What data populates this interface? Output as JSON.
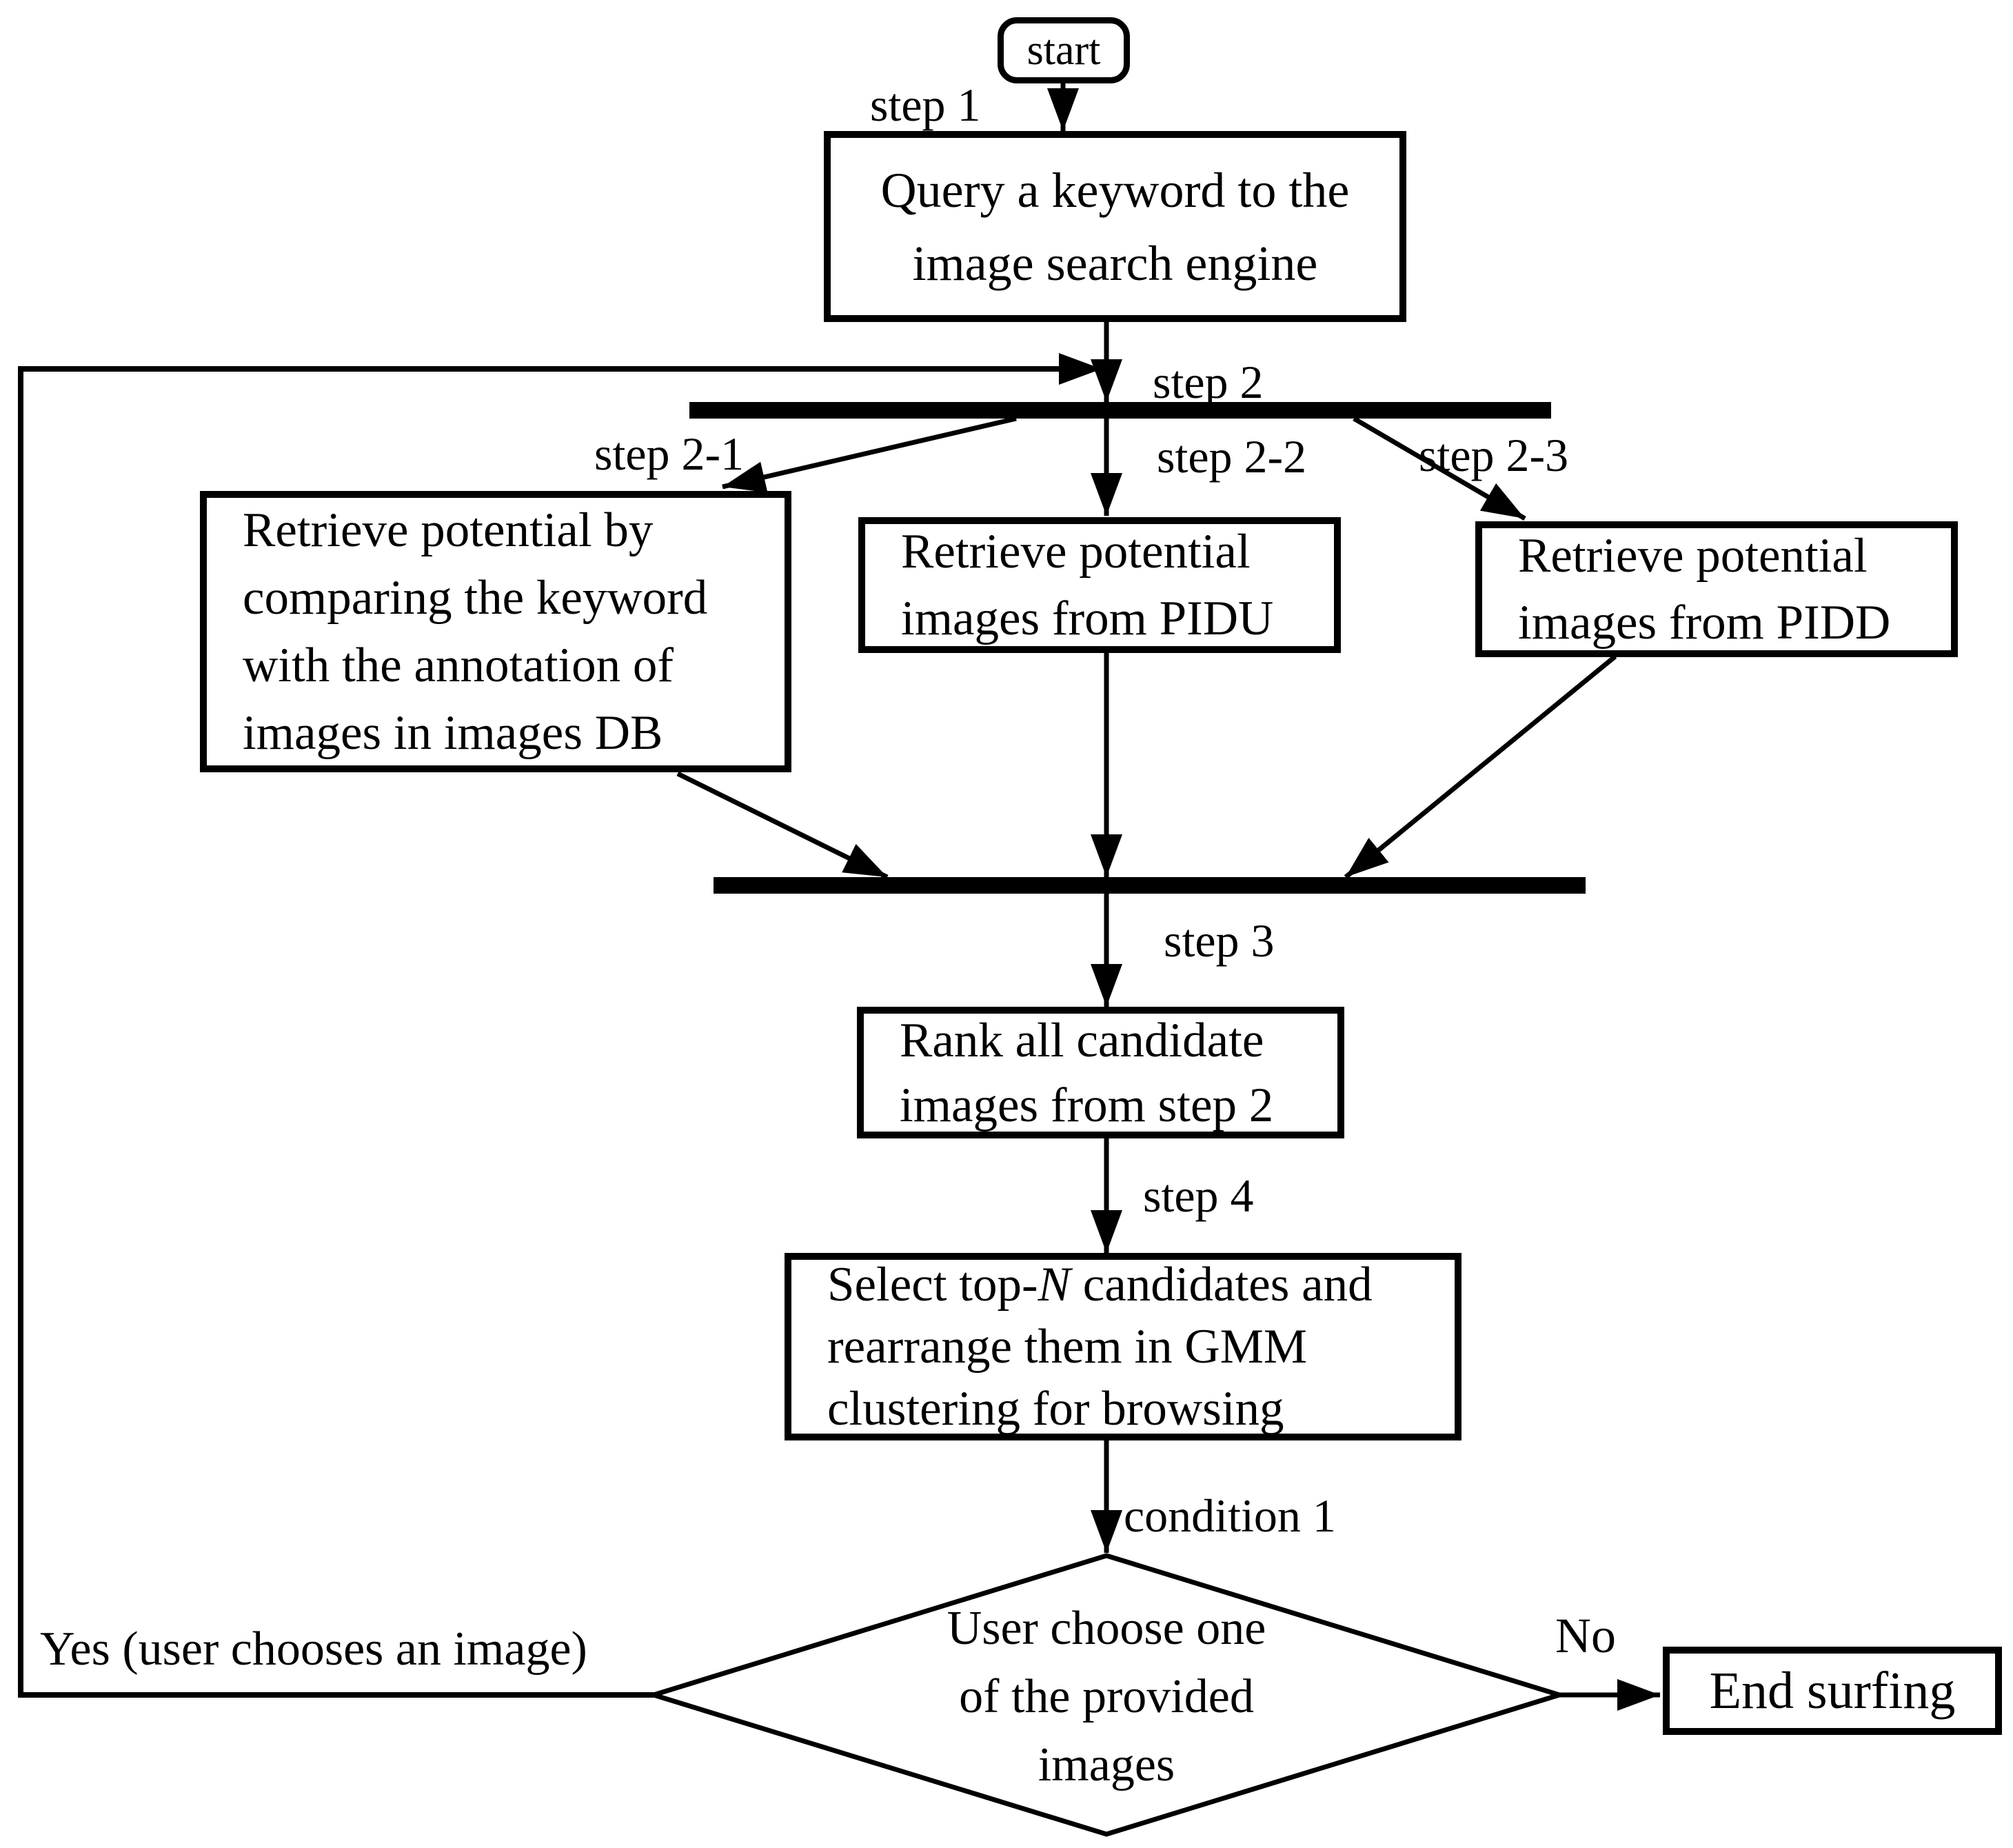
{
  "nodes": {
    "start": {
      "label": "start"
    },
    "query": {
      "lines": [
        "Query a keyword to the",
        "image search engine"
      ]
    },
    "retrieve_db": {
      "lines": [
        "Retrieve potential by",
        "comparing the keyword",
        "with the annotation of",
        "images in images DB"
      ]
    },
    "retrieve_pidu": {
      "lines": [
        "Retrieve potential",
        "images from PIDU"
      ]
    },
    "retrieve_pidd": {
      "lines": [
        "Retrieve potential",
        "images from PIDD"
      ]
    },
    "rank": {
      "lines": [
        "Rank all candidate",
        "images from step 2"
      ]
    },
    "select": {
      "line1_pre": "Select top-",
      "line1_n": "N",
      "line1_post": " candidates and",
      "line2": "rearrange them in GMM",
      "line3": "clustering for browsing"
    },
    "decision": {
      "lines": [
        "User choose one",
        "of the provided",
        "images"
      ]
    },
    "end": {
      "label": "End surfing"
    }
  },
  "edge_labels": {
    "step1": "step 1",
    "step2": "step 2",
    "step2_1": "step 2-1",
    "step2_2": "step 2-2",
    "step2_3": "step 2-3",
    "step3": "step 3",
    "step4": "step 4",
    "condition1": "condition 1",
    "yes": "Yes (user chooses an image)",
    "no": "No"
  },
  "colors": {
    "line": "#000000",
    "background": "#ffffff"
  }
}
